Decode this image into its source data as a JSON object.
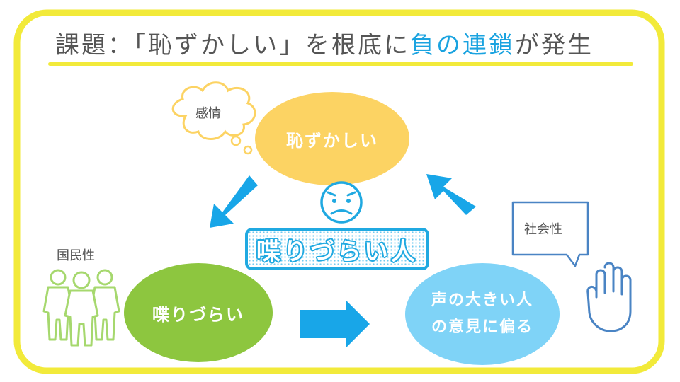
{
  "title": {
    "prefix": "課題：「恥ずかしい」を根底に",
    "highlight": "負の連鎖",
    "suffix": "が発生"
  },
  "nodes": {
    "shame": "恥ずかしい",
    "hard_to_speak": "喋りづらい",
    "loud_voice_line1": "声の大きい人",
    "loud_voice_line2": "の意見に偏る"
  },
  "center_label": "喋りづらい人",
  "labels": {
    "emotion": "感情",
    "national_character": "国民性",
    "social": "社会性"
  },
  "colors": {
    "frame": "#f2ea3a",
    "accent": "#1aa3e0",
    "arrow": "#18a6e8",
    "shame_node": "#fcd363",
    "hard_node": "#8dc63f",
    "loud_node": "#7fd3f7",
    "people_icon": "#a6d86e",
    "hand_icon": "#4a84c4"
  },
  "icons": [
    "thought-bubble-icon",
    "worried-face-icon",
    "people-icon",
    "speech-bubble-icon",
    "hand-icon",
    "arrow-icon"
  ]
}
